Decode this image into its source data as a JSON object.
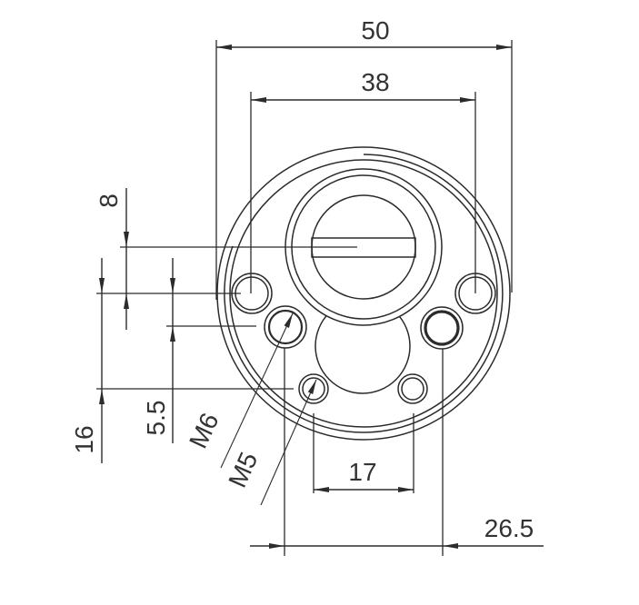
{
  "drawing": {
    "colors": {
      "line": "#2b2b2b",
      "text": "#333333",
      "background": "#ffffff"
    },
    "dimensions": {
      "overall_diameter": "50",
      "upper_hole_spacing": "38",
      "slot_to_upper_holes": "8",
      "upper_to_lower_holes": "16",
      "upper_to_middle_holes": "5.5",
      "lower_hole_spacing": "17",
      "middle_hole_spacing": "26.5"
    },
    "threads": {
      "middle_hole": "M6",
      "lower_hole": "M5"
    }
  }
}
